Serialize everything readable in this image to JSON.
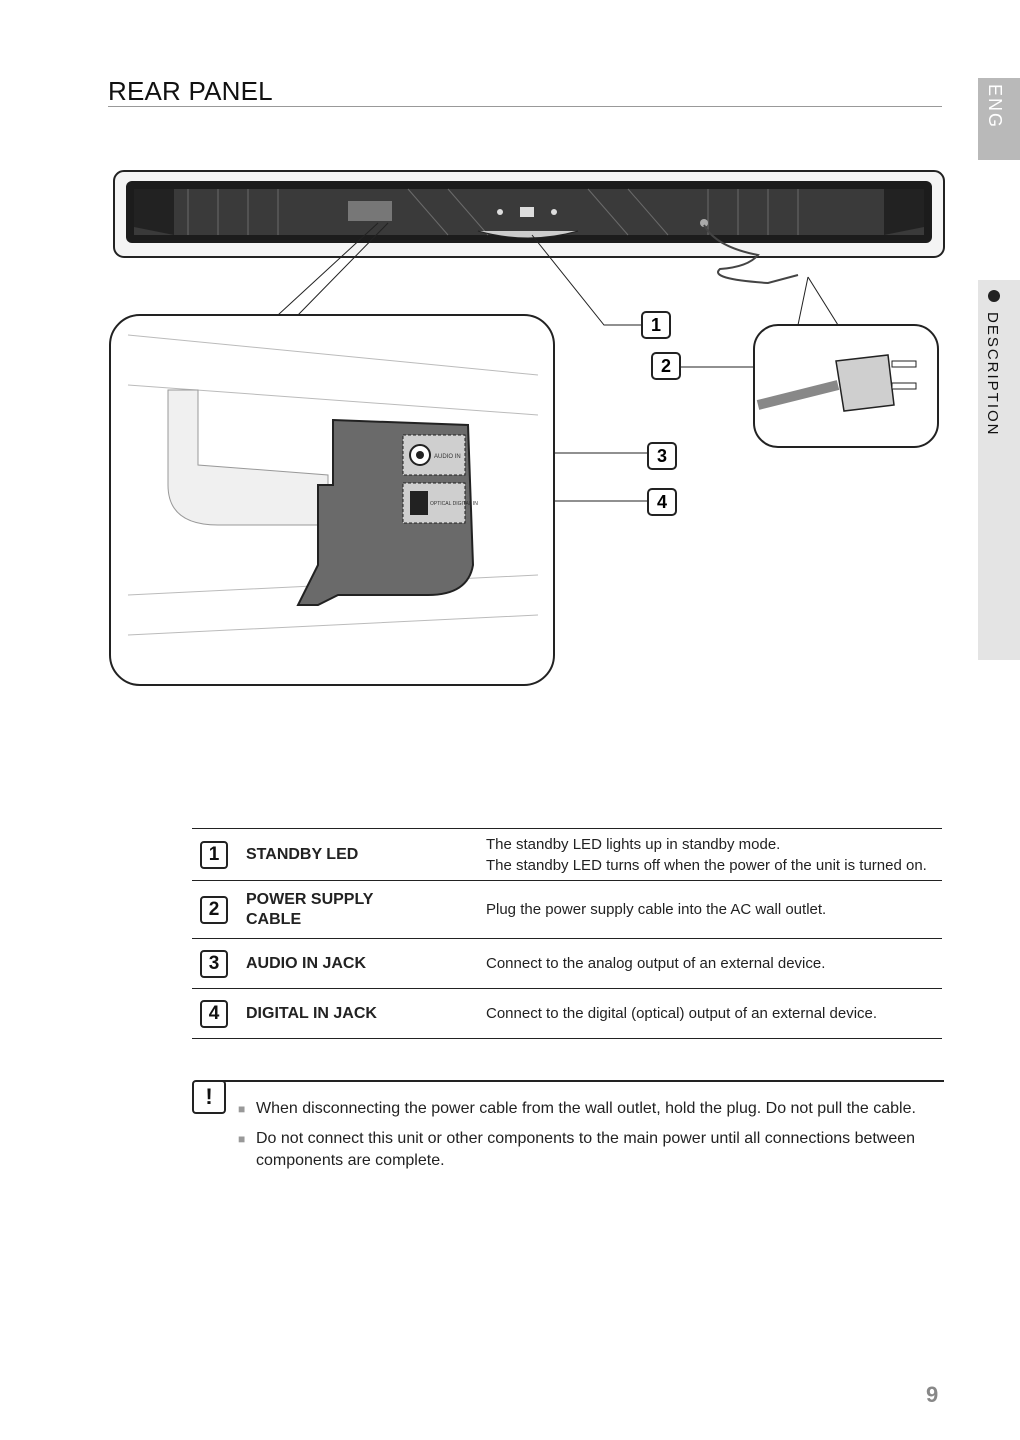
{
  "title": "REAR PANEL",
  "side_tabs": {
    "lang": "ENG",
    "section": "DESCRIPTION"
  },
  "diagram": {
    "callouts": [
      "1",
      "2",
      "3",
      "4"
    ],
    "port_labels": {
      "audio": "AUDIO IN",
      "optical": "OPTICAL DIGITAL IN"
    }
  },
  "items": [
    {
      "num": "1",
      "name": "STANDBY LED",
      "desc": [
        "The standby LED lights up in standby mode.",
        "The standby LED turns off when the power of the unit is turned on."
      ]
    },
    {
      "num": "2",
      "name": "POWER SUPPLY CABLE",
      "desc": [
        "Plug the power supply cable into the AC wall outlet."
      ]
    },
    {
      "num": "3",
      "name": "AUDIO IN JACK",
      "desc": [
        "Connect to the analog output of an external device."
      ]
    },
    {
      "num": "4",
      "name": "DIGITAL IN JACK",
      "desc": [
        "Connect to the digital (optical) output of an external device."
      ]
    }
  ],
  "note": {
    "icon": "!",
    "items": [
      "When disconnecting the power cable from the wall outlet, hold the plug. Do not pull the cable.",
      "Do not connect this unit or other components to the main power until all connections between components are complete."
    ]
  },
  "page_number": "9"
}
